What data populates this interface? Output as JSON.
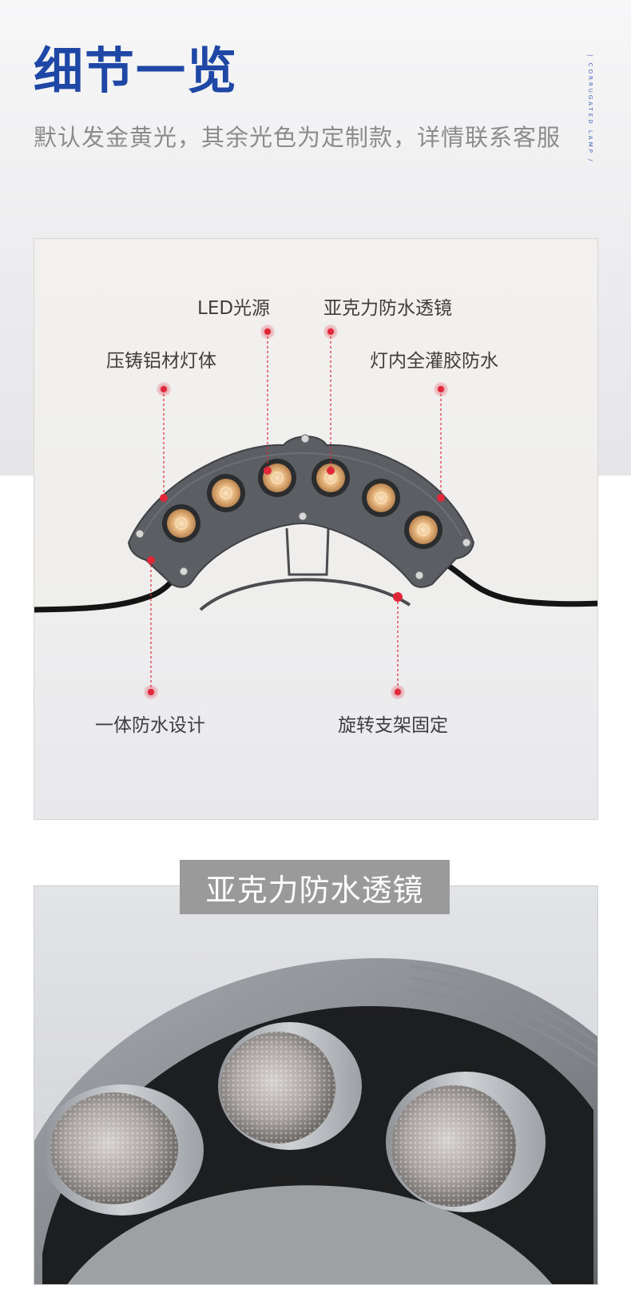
{
  "header": {
    "title": "细节一览",
    "subtitle": "默认发金黄光，其余光色为定制款，详情联系客服",
    "side_text": "| CORRUGATED LAMP /"
  },
  "diagram": {
    "callouts": {
      "led": "LED光源",
      "lens": "亚克力防水透镜",
      "body": "压铸铝材灯体",
      "glue": "灯内全灌胶防水",
      "waterproof": "一体防水设计",
      "bracket": "旋转支架固定"
    },
    "colors": {
      "marker": "#e0283a",
      "lamp_body": "#595c60",
      "led_glow": "#e7b780"
    }
  },
  "closeup": {
    "banner": "亚克力防水透镜"
  },
  "colors": {
    "title": "#1f47a6",
    "subtitle": "#8c8c8c",
    "banner_bg": "#9a9a9a"
  }
}
